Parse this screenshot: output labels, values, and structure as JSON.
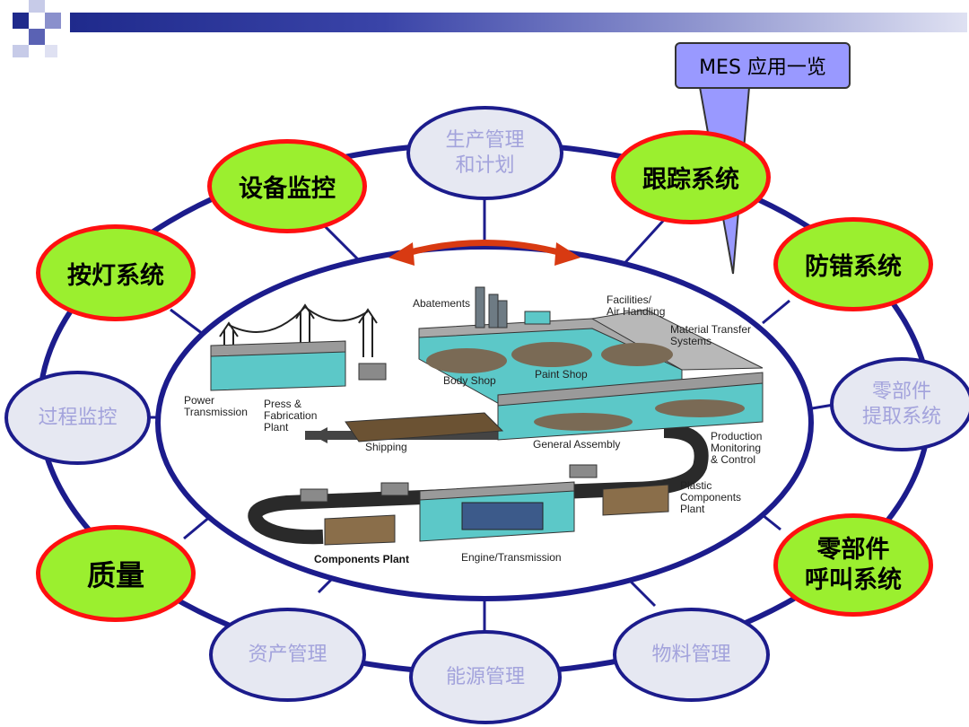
{
  "callout": {
    "text": "MES 应用一览"
  },
  "nodes": {
    "production_planning": "生产管理\n和计划",
    "tracking": "跟踪系统",
    "error_proofing": "防错系统",
    "parts_pickup": "零部件\n提取系统",
    "parts_call": "零部件\n呼叫系统",
    "material_mgmt": "物料管理",
    "energy_mgmt": "能源管理",
    "asset_mgmt": "资产管理",
    "quality": "质量",
    "process_monitoring": "过程监控",
    "andon": "按灯系统",
    "equipment_monitoring": "设备监控"
  },
  "factory_labels": {
    "abatements": "Abatements",
    "facilities": "Facilities/\nAir Handling",
    "material_transfer": "Material Transfer\nSystems",
    "body_shop": "Body Shop",
    "paint_shop": "Paint Shop",
    "power": "Power\nTransmission",
    "press": "Press &\nFabrication\nPlant",
    "shipping": "Shipping",
    "general_assembly": "General Assembly",
    "production_monitoring": "Production\nMonitoring\n& Control",
    "plastic": "Plastic\nComponents\nPlant",
    "components_plant": "Components Plant",
    "engine": "Engine/Transmission"
  },
  "colors": {
    "highlight_fill": "#9bef2f",
    "highlight_border": "#ff1010",
    "muted_fill": "#e6e8f2",
    "ring": "#1c1c8c",
    "arrow": "#d83a12",
    "callout": "#9999ff"
  }
}
